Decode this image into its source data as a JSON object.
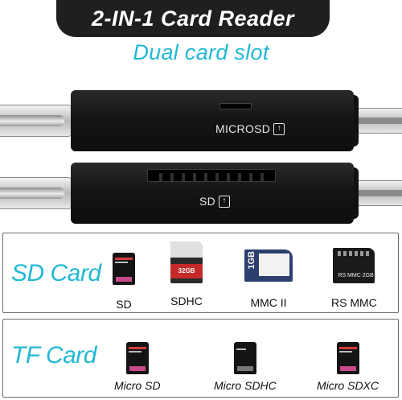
{
  "header": {
    "title": "2-IN-1 Card Reader",
    "subtitle": "Dual card slot"
  },
  "readers": [
    {
      "slot_label": "MICROSD"
    },
    {
      "slot_label": "SD"
    }
  ],
  "sd_panel": {
    "title": "SD Card",
    "cards": [
      {
        "label": "SD"
      },
      {
        "label": "SDHC"
      },
      {
        "label": "MMC  II"
      },
      {
        "label": "RS MMC"
      }
    ]
  },
  "tf_panel": {
    "title": "TF Card",
    "cards": [
      {
        "label": "Micro SD"
      },
      {
        "label": "Micro SDHC"
      },
      {
        "label": "Micro SDXC"
      }
    ]
  },
  "colors": {
    "accent": "#21b8d4",
    "title_bar": "#1f1f1f",
    "device_body": "#151515"
  },
  "icons": [
    "insert-arrow-icon"
  ]
}
